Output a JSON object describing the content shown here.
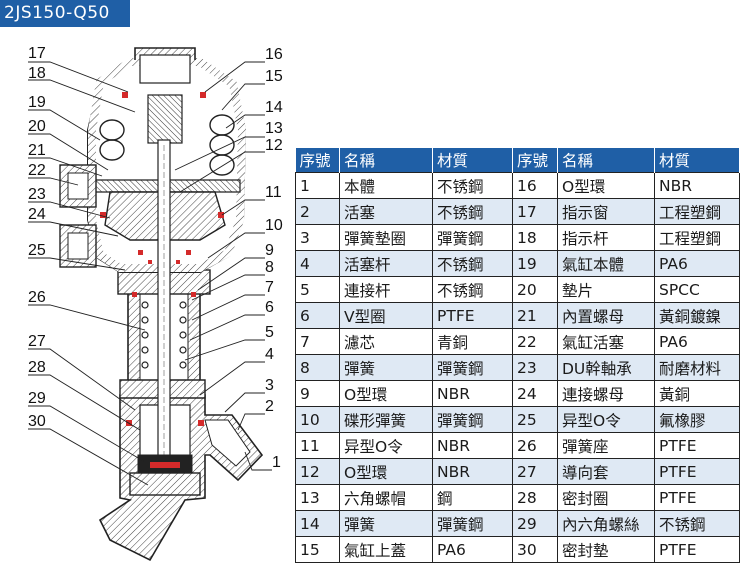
{
  "model_badge": "2JS150-Q50",
  "table": {
    "headers": [
      "序號",
      "名稱",
      "材質",
      "序號",
      "名稱",
      "材質"
    ],
    "rows": [
      {
        "no_a": "1",
        "name_a": "本體",
        "mat_a": "不锈鋼",
        "no_b": "16",
        "name_b": "O型環",
        "mat_b": "NBR"
      },
      {
        "no_a": "2",
        "name_a": "活塞",
        "mat_a": "不锈鋼",
        "no_b": "17",
        "name_b": "指示窗",
        "mat_b": "工程塑鋼"
      },
      {
        "no_a": "3",
        "name_a": "彈簧墊圈",
        "mat_a": "彈簧鋼",
        "no_b": "18",
        "name_b": "指示杆",
        "mat_b": "工程塑鋼"
      },
      {
        "no_a": "4",
        "name_a": "活塞杆",
        "mat_a": "不锈鋼",
        "no_b": "19",
        "name_b": "氣缸本體",
        "mat_b": "PA6"
      },
      {
        "no_a": "5",
        "name_a": "連接杆",
        "mat_a": "不锈鋼",
        "no_b": "20",
        "name_b": "墊片",
        "mat_b": "SPCC"
      },
      {
        "no_a": "6",
        "name_a": "V型圈",
        "mat_a": "PTFE",
        "no_b": "21",
        "name_b": "內置螺母",
        "mat_b": "黃銅鍍鎳"
      },
      {
        "no_a": "7",
        "name_a": "濾芯",
        "mat_a": "青銅",
        "no_b": "22",
        "name_b": "氣缸活塞",
        "mat_b": "PA6"
      },
      {
        "no_a": "8",
        "name_a": "彈簧",
        "mat_a": "彈簧鋼",
        "no_b": "23",
        "name_b": "DU幹軸承",
        "mat_b": "耐磨材料"
      },
      {
        "no_a": "9",
        "name_a": "O型環",
        "mat_a": "NBR",
        "no_b": "24",
        "name_b": "連接螺母",
        "mat_b": "黃銅"
      },
      {
        "no_a": "10",
        "name_a": "碟形彈簧",
        "mat_a": "彈簧鋼",
        "no_b": "25",
        "name_b": "异型O令",
        "mat_b": "氟橡膠"
      },
      {
        "no_a": "11",
        "name_a": "异型O令",
        "mat_a": "NBR",
        "no_b": "26",
        "name_b": "彈簧座",
        "mat_b": "PTFE"
      },
      {
        "no_a": "12",
        "name_a": "O型環",
        "mat_a": "NBR",
        "no_b": "27",
        "name_b": "導向套",
        "mat_b": "PTFE"
      },
      {
        "no_a": "13",
        "name_a": "六角螺帽",
        "mat_a": "鋼",
        "no_b": "28",
        "name_b": "密封圈",
        "mat_b": "PTFE"
      },
      {
        "no_a": "14",
        "name_a": "彈簧",
        "mat_a": "彈簧鋼",
        "no_b": "29",
        "name_b": "內六角螺絲",
        "mat_b": "不锈鋼"
      },
      {
        "no_a": "15",
        "name_a": "氣缸上蓋",
        "mat_a": "PA6",
        "no_b": "30",
        "name_b": "密封墊",
        "mat_b": "PTFE"
      }
    ]
  },
  "callouts_left": [
    "17",
    "18",
    "19",
    "20",
    "21",
    "22",
    "23",
    "24",
    "25",
    "26",
    "27",
    "28",
    "29",
    "30"
  ],
  "callouts_right": [
    "16",
    "15",
    "14",
    "13",
    "12",
    "11",
    "10",
    "9",
    "8",
    "7",
    "6",
    "5",
    "4",
    "3",
    "2",
    "1"
  ],
  "colors": {
    "accent": "#1f5fa6",
    "row_alt": "#dfe9f4",
    "seal": "#d42a2a"
  }
}
